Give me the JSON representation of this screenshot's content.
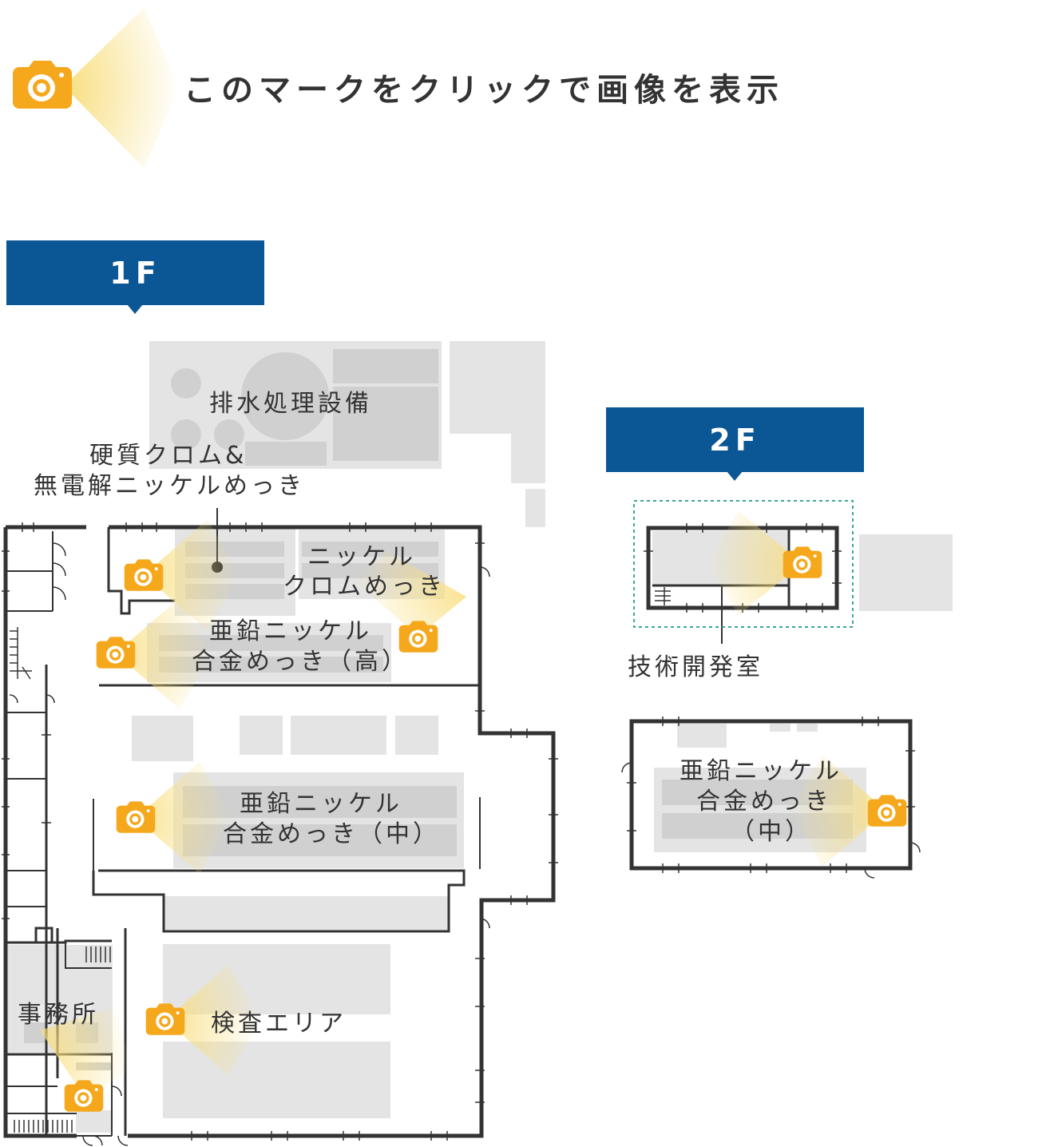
{
  "legend": {
    "text": "このマークをクリックで画像を表示",
    "icon": "camera-icon"
  },
  "colors": {
    "tab": "#0b5694",
    "camera": "#f5a81c",
    "beam": "#f8e08a",
    "area": "#e4e4e4",
    "wall": "#333333",
    "dashed": "#3aa79a"
  },
  "floors": {
    "f1": {
      "label": "1F"
    },
    "f2": {
      "label": "2F"
    }
  },
  "areas": {
    "wastewater": "排水処理設備",
    "hard_chrome_line1": "硬質クロム&",
    "hard_chrome_line2": "無電解ニッケルめっき",
    "nickel_chrome_line1": "ニッケル",
    "nickel_chrome_line2": "クロムめっき",
    "zinc_high_line1": "亜鉛ニッケル",
    "zinc_high_line2": "合金めっき（高）",
    "zinc_mid_line1": "亜鉛ニッケル",
    "zinc_mid_line2": "合金めっき（中）",
    "office": "事務所",
    "inspection": "検査エリア",
    "rnd": "技術開発室",
    "f2_zinc_line1": "亜鉛ニッケル",
    "f2_zinc_line2": "合金めっき",
    "f2_zinc_line3": "（中）"
  }
}
